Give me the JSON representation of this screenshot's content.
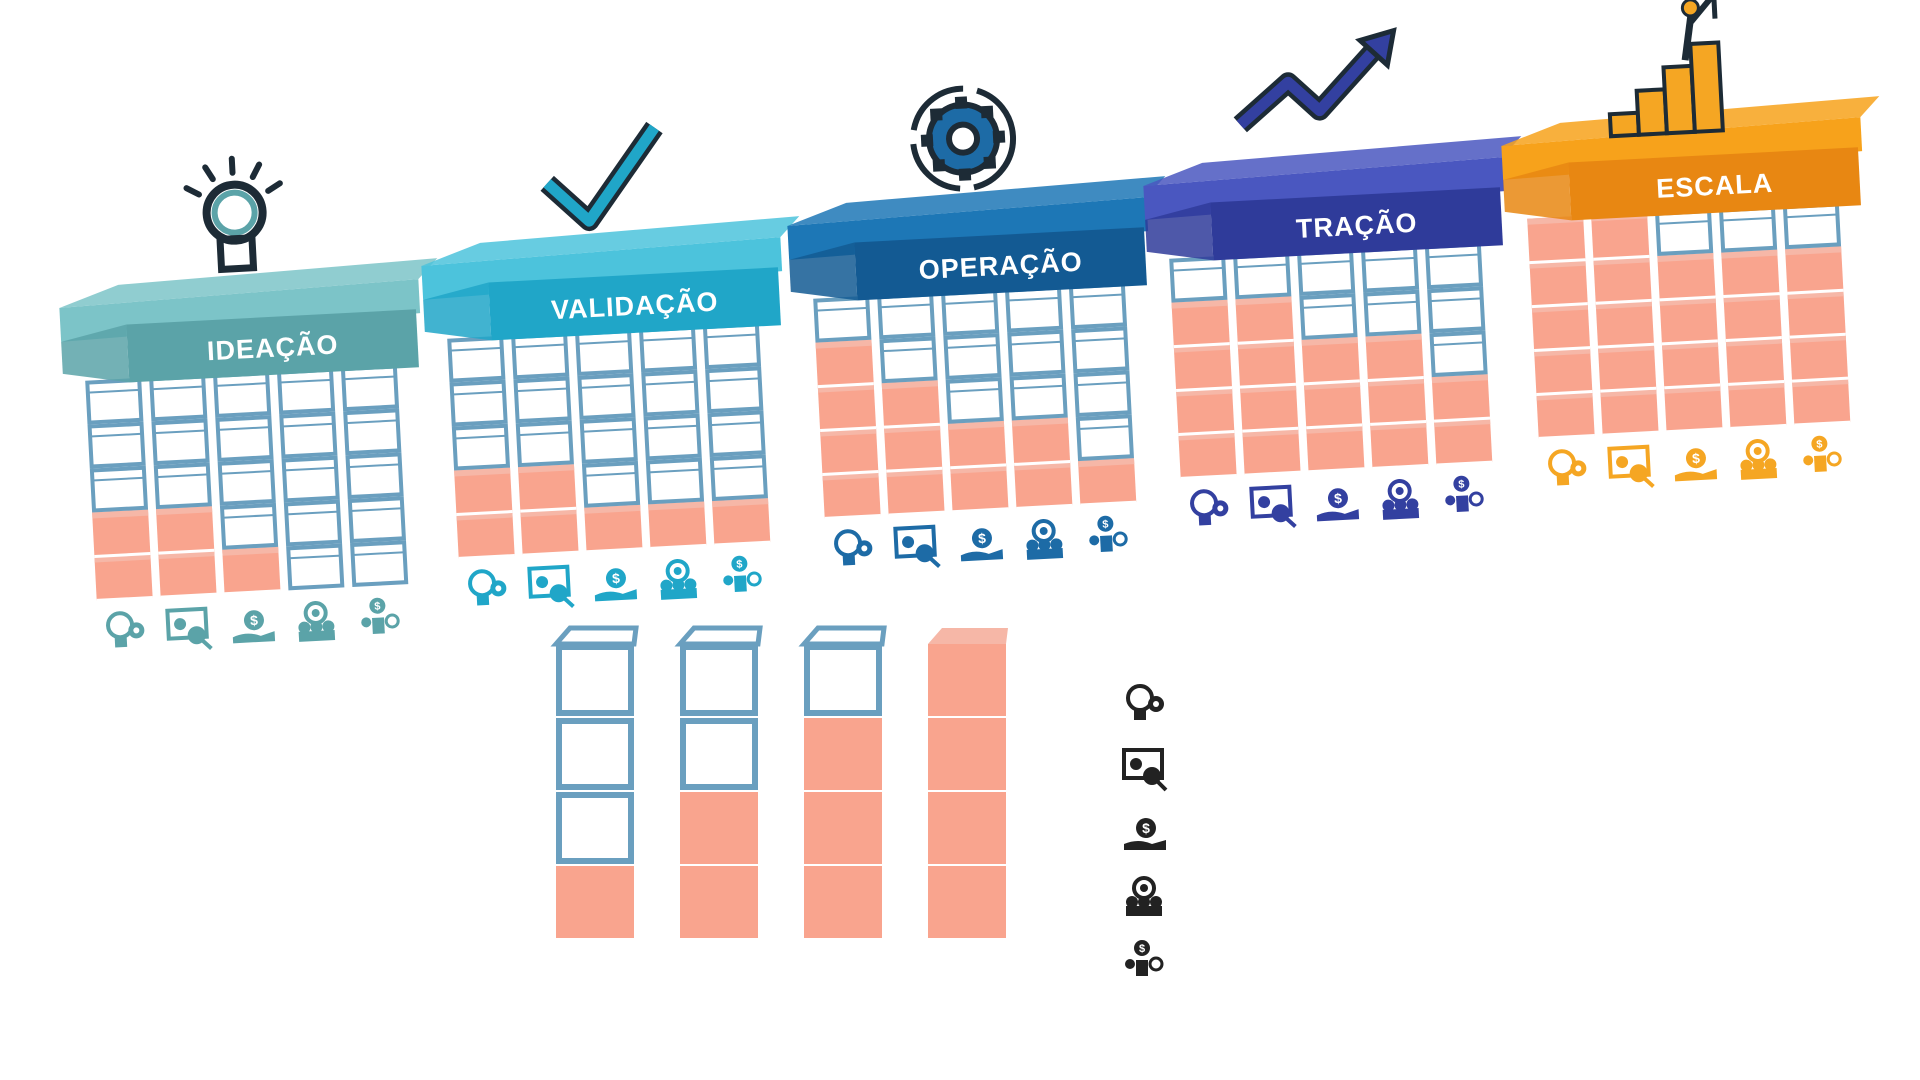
{
  "stages": [
    {
      "label": "IDEAÇÃO",
      "icon": "lightbulb-icon",
      "color_top": "#7cc4c8",
      "color_front": "#5ba3a8",
      "color_icons": "#5ba3a8",
      "filled_rows": [
        2,
        2,
        1,
        0,
        0
      ]
    },
    {
      "label": "VALIDAÇÃO",
      "icon": "checkmark-icon",
      "color_top": "#4cc3dc",
      "color_front": "#20a6c8",
      "color_icons": "#20a6c8",
      "filled_rows": [
        2,
        2,
        1,
        1,
        1
      ]
    },
    {
      "label": "OPERAÇÃO",
      "icon": "gear-cycle-icon",
      "color_top": "#1d77b6",
      "color_front": "#135a93",
      "color_icons": "#1d6ba6",
      "filled_rows": [
        4,
        3,
        2,
        2,
        1
      ]
    },
    {
      "label": "TRAÇÃO",
      "icon": "growth-arrow-icon",
      "color_top": "#4a57c0",
      "color_front": "#2f3b9a",
      "color_icons": "#3340a0",
      "filled_rows": [
        4,
        4,
        3,
        3,
        2
      ]
    },
    {
      "label": "ESCALA",
      "icon": "climber-flag-icon",
      "color_top": "#f7a21b",
      "color_front": "#e88712",
      "color_icons": "#f5a623",
      "filled_rows": [
        5,
        5,
        4,
        4,
        4
      ]
    }
  ],
  "legend": {
    "columns": [
      {
        "filled": 1
      },
      {
        "filled": 2
      },
      {
        "filled": 3
      },
      {
        "filled": 4
      }
    ],
    "icons": [
      "innovation-icon",
      "analytics-icon",
      "funding-icon",
      "team-icon",
      "business-model-icon"
    ]
  },
  "colors": {
    "cube_fill": "#f9a48e",
    "cube_fill_dark": "#f0907a",
    "cube_outline": "#6a9fbf",
    "legend_icon": "#222222"
  }
}
